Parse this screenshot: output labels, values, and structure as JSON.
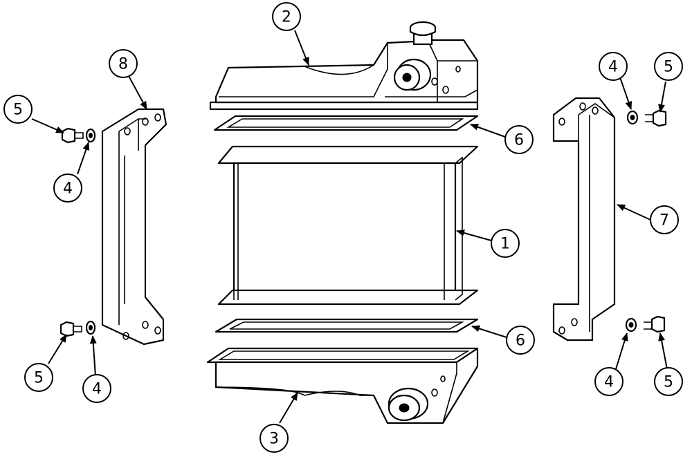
{
  "diagram": {
    "type": "exploded-parts-diagram",
    "callouts": {
      "c1": "1",
      "c2": "2",
      "c3": "3",
      "c4a": "4",
      "c4b": "4",
      "c4c": "4",
      "c4d": "4",
      "c5a": "5",
      "c5b": "5",
      "c5c": "5",
      "c5d": "5",
      "c6a": "6",
      "c6b": "6",
      "c7": "7",
      "c8": "8"
    }
  }
}
